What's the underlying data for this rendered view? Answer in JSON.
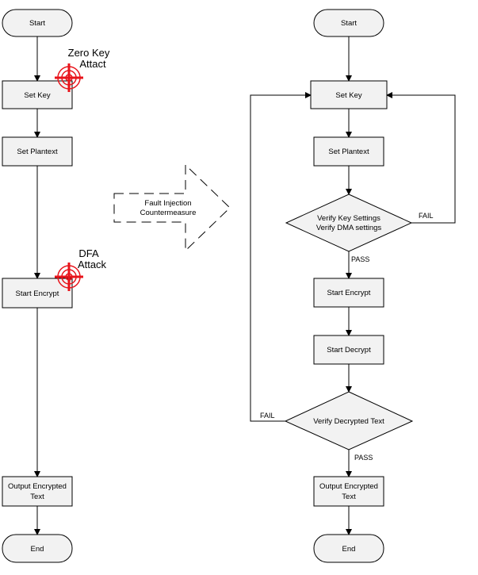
{
  "left": {
    "start": "Start",
    "set_key": "Set Key",
    "set_plaintext": "Set Plantext",
    "start_encrypt": "Start Encrypt",
    "output_line1": "Output Encrypted",
    "output_line2": "Text",
    "end": "End",
    "attack1_line1": "Zero Key",
    "attack1_line2": "Attact",
    "attack2_line1": "DFA",
    "attack2_line2": "Attack"
  },
  "middle": {
    "arrow_line1": "Fault Injection",
    "arrow_line2": "Countermeasure"
  },
  "right": {
    "start": "Start",
    "set_key": "Set Key",
    "set_plaintext": "Set Plantext",
    "verify_line1": "Verify Key Settings",
    "verify_line2": "Verify DMA settings",
    "fail_top": "FAIL",
    "pass_top": "PASS",
    "start_encrypt": "Start Encrypt",
    "start_decrypt": "Start Decrypt",
    "verify_decrypted": "Verify Decrypted Text",
    "fail_bottom": "FAIL",
    "pass_bottom": "PASS",
    "output_line1": "Output Encrypted",
    "output_line2": "Text",
    "end": "End"
  },
  "colors": {
    "node_fill": "#f2f2f2",
    "target_red": "#e8141b"
  }
}
